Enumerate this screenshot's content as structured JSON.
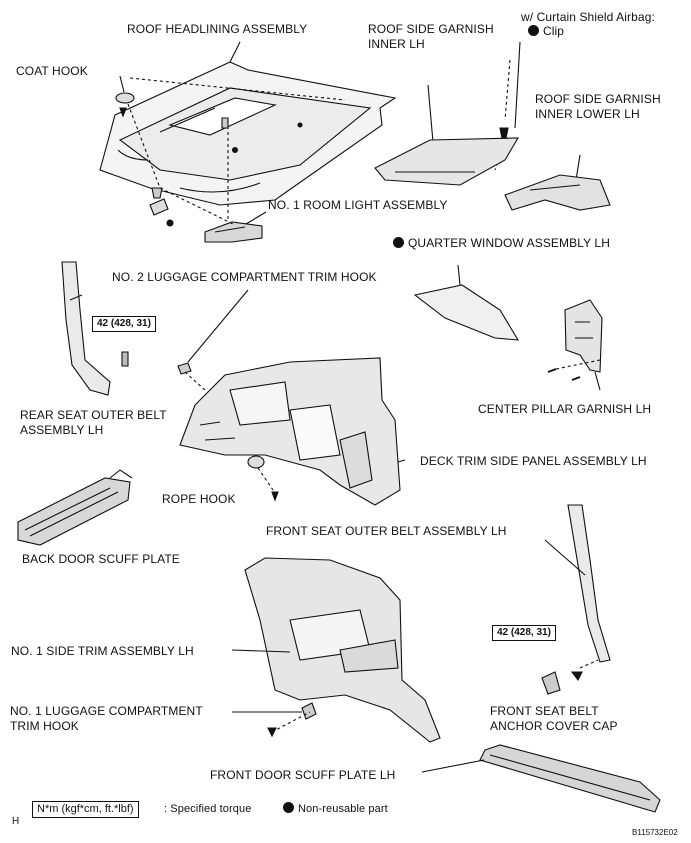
{
  "labels": {
    "roof_headlining": "ROOF HEADLINING ASSEMBLY",
    "roof_side_garnish_inner": "ROOF SIDE GARNISH INNER LH",
    "curtain_note": "w/ Curtain Shield Airbag:",
    "clip": "Clip",
    "coat_hook": "COAT HOOK",
    "roof_side_garnish_inner_lower": "ROOF SIDE GARNISH INNER LOWER LH",
    "room_light": "NO. 1 ROOM LIGHT ASSEMBLY",
    "quarter_window": "QUARTER WINDOW ASSEMBLY LH",
    "luggage_trim_hook_2": "NO. 2 LUGGAGE COMPARTMENT TRIM HOOK",
    "rear_seat_belt": "REAR SEAT OUTER BELT ASSEMBLY LH",
    "center_pillar": "CENTER PILLAR GARNISH LH",
    "deck_trim": "DECK TRIM SIDE PANEL ASSEMBLY LH",
    "rope_hook": "ROPE HOOK",
    "front_seat_belt": "FRONT SEAT OUTER BELT ASSEMBLY LH",
    "back_door_scuff": "BACK DOOR SCUFF PLATE",
    "side_trim_1": "NO. 1 SIDE TRIM ASSEMBLY LH",
    "luggage_trim_hook_1": "NO. 1  LUGGAGE COMPARTMENT TRIM HOOK",
    "front_belt_cap": "FRONT SEAT BELT ANCHOR COVER CAP",
    "front_door_scuff": "FRONT DOOR SCUFF PLATE LH"
  },
  "torques": {
    "rear_belt": "42 (428, 31)",
    "front_belt": "42 (428, 31)"
  },
  "legend": {
    "torque_unit": "N*m (kgf*cm, ft.*lbf)",
    "torque_desc": ": Specified torque",
    "nonreusable": "Non-reusable part",
    "corner_letter": "H"
  },
  "figure_id": "B115732E02"
}
